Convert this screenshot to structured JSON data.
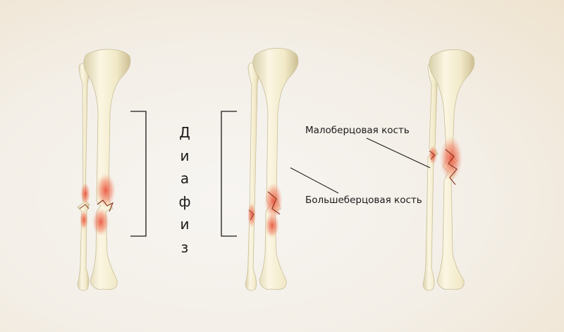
{
  "labels": {
    "diaphysis": "Диафиз",
    "fibula": "Малоберцовая кость",
    "tibia": "Большеберцовая кость"
  },
  "colors": {
    "bone": "#f3eccf",
    "bone_outline": "#c9bf9a",
    "fracture": "#e8432d",
    "text": "#1a1a1a"
  }
}
